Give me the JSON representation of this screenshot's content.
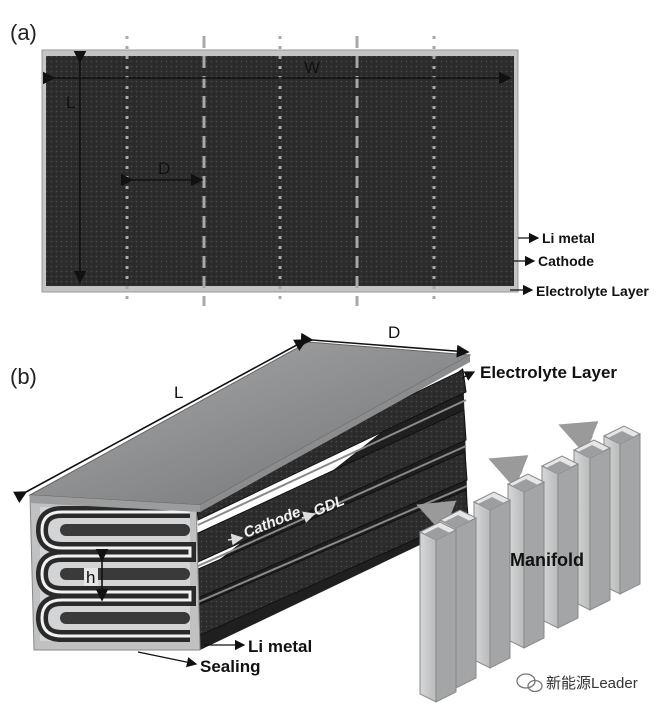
{
  "panel_a": {
    "tag": "(a)",
    "dim_w": "W",
    "dim_l": "L",
    "dim_d": "D",
    "labels": {
      "li_metal": "Li metal",
      "cathode": "Cathode",
      "electrolyte": "Electrolyte Layer"
    }
  },
  "panel_b": {
    "tag": "(b)",
    "dim_l": "L",
    "dim_d": "D",
    "dim_h": "h",
    "labels": {
      "electrolyte": "Electrolyte Layer",
      "cathode": "Cathode",
      "gdl": "GDL",
      "manifold": "Manifold",
      "li_metal": "Li metal",
      "sealing": "Sealing"
    }
  },
  "watermark": "新能源Leader",
  "colors": {
    "sheet": "#2b2b2b",
    "frame": "#bdbdbd",
    "manifold": "#c9cbcc",
    "ink": "#111111"
  },
  "icons": {
    "watermark": "wechat-icon"
  }
}
